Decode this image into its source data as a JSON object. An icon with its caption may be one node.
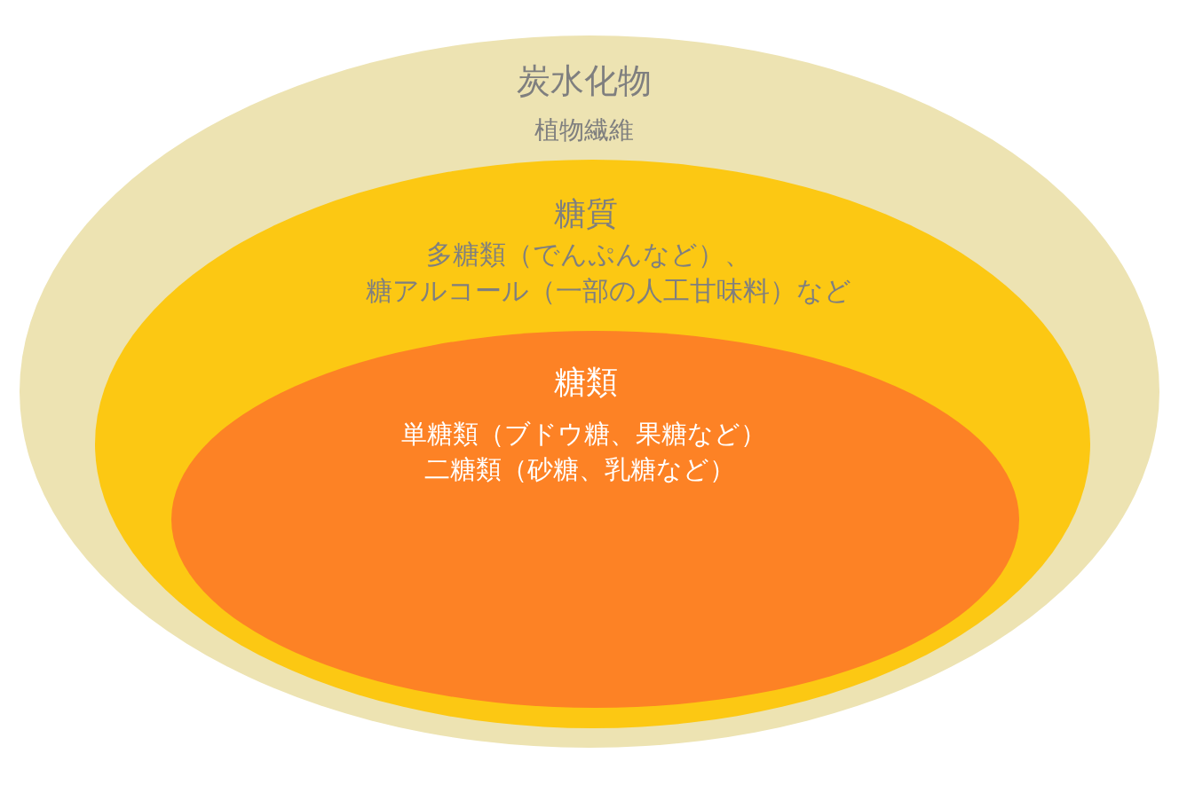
{
  "diagram": {
    "nodes": [
      {
        "text": [
          "炭水化物",
          "植物繊維"
        ]
      },
      {
        "text": [
          "糖質",
          "多糖類（でんぷんなど）、",
          "糖アルコール（一部の人工甘味料）など"
        ],
        "in": 0
      },
      {
        "text": [
          "糖類",
          "単糖類（ブドウ糖、果糖など）",
          "二糖類（砂糖、乳糖など）"
        ],
        "in": 1
      }
    ]
  }
}
